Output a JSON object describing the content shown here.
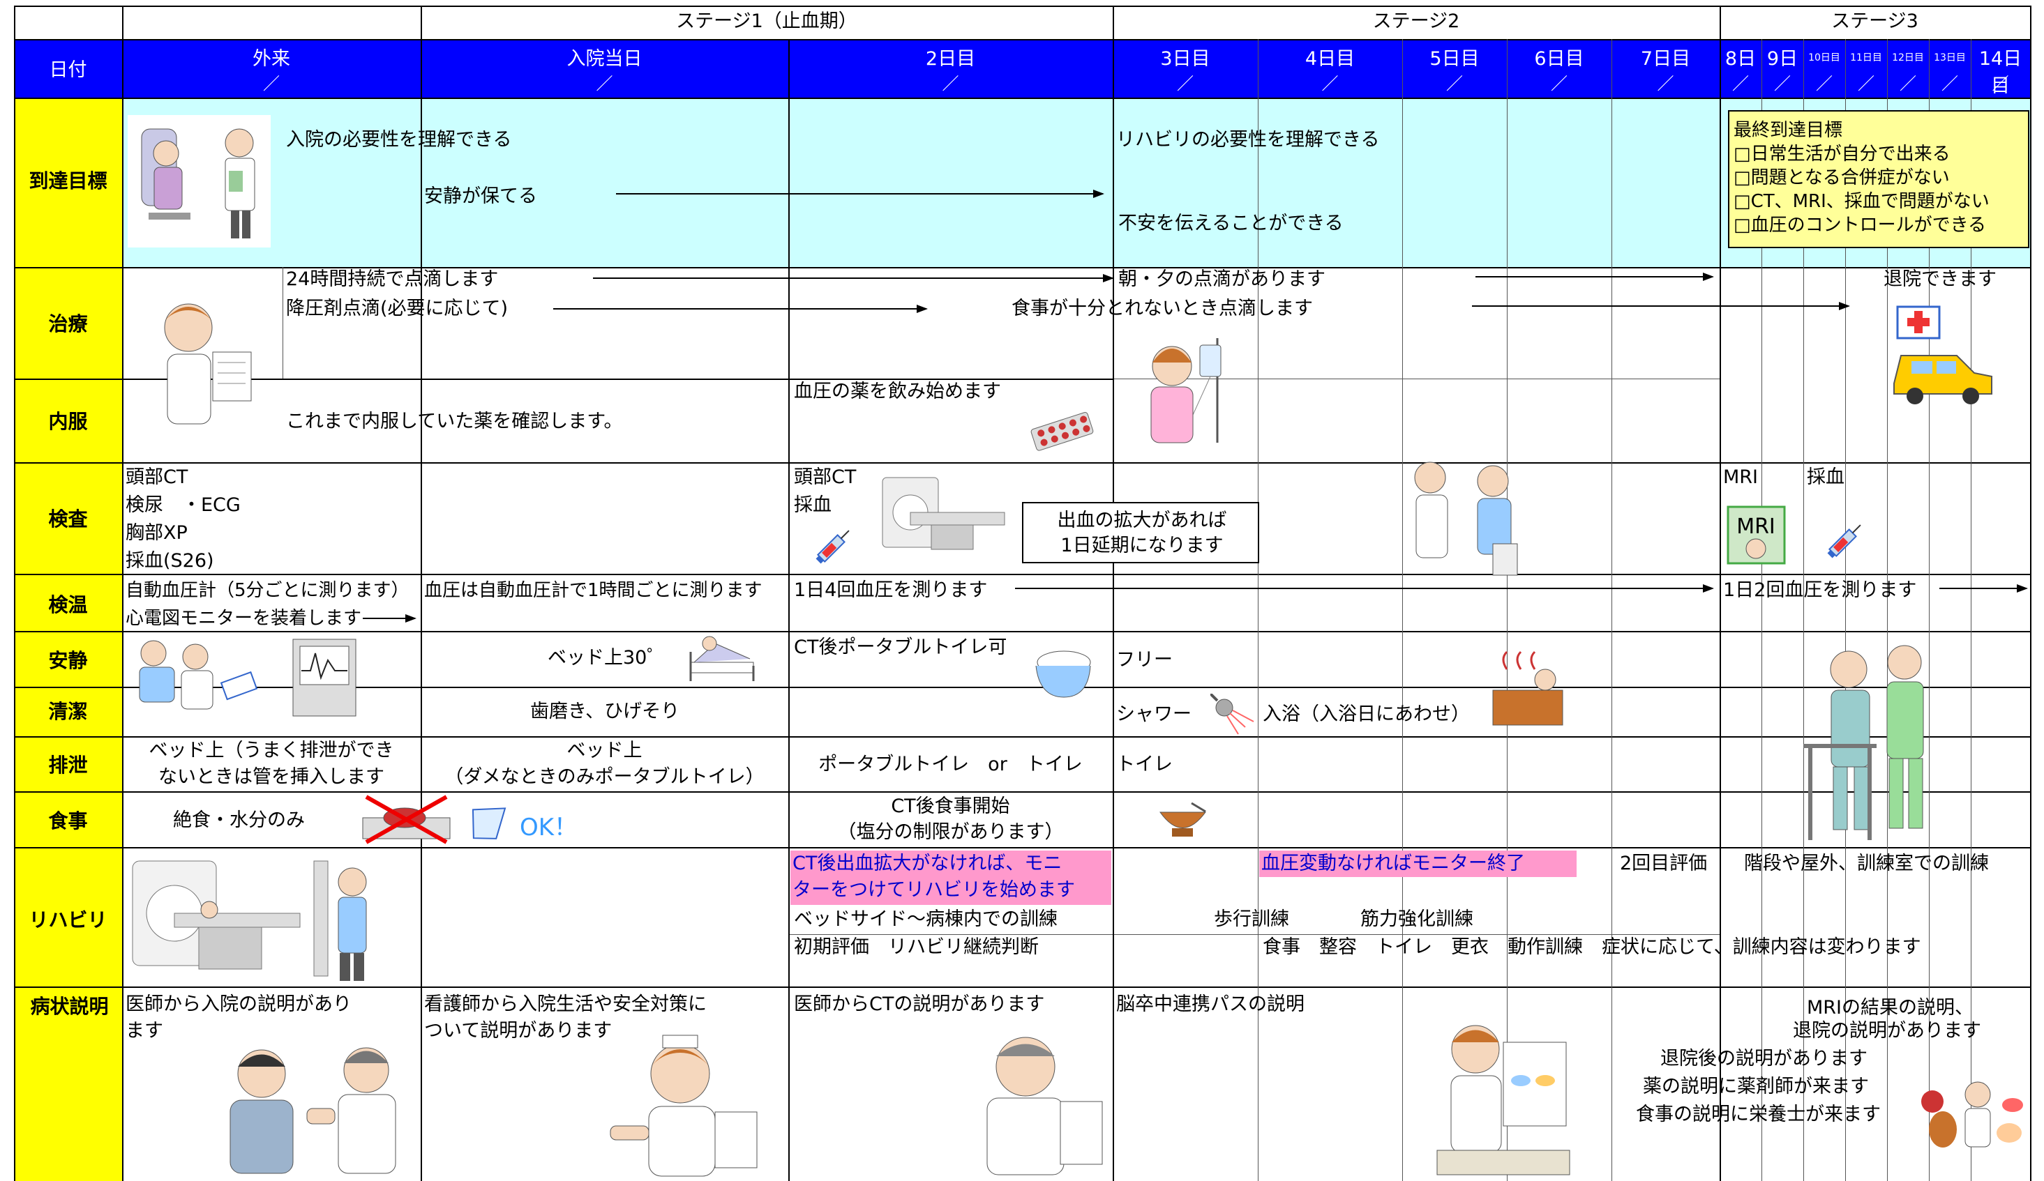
{
  "header": {
    "date_label": "日付",
    "stage1": "ステージ1（止血期）",
    "stage2": "ステージ2",
    "stage3": "ステージ3",
    "days": [
      "外来",
      "入院当日",
      "2日目",
      "3日目",
      "4日目",
      "5日目",
      "6日目",
      "7日目",
      "8日",
      "9日",
      "10日目",
      "11日目",
      "12日目",
      "13日目",
      "14日目"
    ],
    "slash": "／"
  },
  "rows": {
    "goal": "到達目標",
    "treatment": "治療",
    "oral": "内服",
    "exam": "検査",
    "vitals": "検温",
    "rest": "安静",
    "hygiene": "清潔",
    "excretion": "排泄",
    "meal": "食事",
    "rehab": "リハビリ",
    "explain": "病状説明"
  },
  "goal": {
    "understand_admission": "入院の必要性を理解できる",
    "keep_rest": "安静が保てる",
    "understand_rehab": "リハビリの必要性を理解できる",
    "express_anxiety": "不安を伝えることができる",
    "final_title": "最終到達目標",
    "final_items": [
      "□日常生活が自分で出来る",
      "□問題となる合併症がない",
      "□CT、MRI、採血で問題がない",
      "□血圧のコントロールができる"
    ]
  },
  "treatment": {
    "drip24": "24時間持続で点滴します",
    "antihyp": "降圧剤点滴(必要に応じて)",
    "morning_evening": "朝・夕の点滴があります",
    "no_meal_drip": "食事が十分とれないとき点滴します",
    "discharge": "退院できます"
  },
  "oral": {
    "confirm": "これまで内服していた薬を確認します。",
    "start_bp": "血圧の薬を飲み始めます"
  },
  "exam": {
    "outpatient": [
      "頭部CT",
      "検尿　・ECG",
      "胸部XP",
      "採血(S26)"
    ],
    "day2": [
      "頭部CT",
      "採血"
    ],
    "extend_note": [
      "出血の拡大があれば",
      "1日延期になります"
    ],
    "mri": "MRI",
    "blood": "採血",
    "mri_icon_text": "MRI"
  },
  "vitals": {
    "auto_bp": "自動血圧計（5分ごとに測ります）",
    "ecg_monitor": "心電図モニターを装着します",
    "hourly": "血圧は自動血圧計で1時間ごとに測ります",
    "four_times": "1日4回血圧を測ります",
    "two_times": "1日2回血圧を測ります"
  },
  "rest": {
    "bed30": "ベッド上30゜",
    "portable_ok": "CT後ポータブルトイレ可",
    "free": "フリー"
  },
  "hygiene": {
    "brush": "歯磨き、ひげそり",
    "shower": "シャワー",
    "bath": "入浴（入浴日にあわせ）"
  },
  "excretion": {
    "outpatient": [
      "ベッド上（うまく排泄ができ",
      "ないときは管を挿入します"
    ],
    "admission": [
      "ベッド上",
      "（ダメなときのみポータブルトイレ）"
    ],
    "day2": "ポータブルトイレ　or　トイレ",
    "toilet": "トイレ"
  },
  "meal": {
    "fasting": "絶食・水分のみ",
    "ok": "OK！",
    "start": [
      "CT後食事開始",
      "（塩分の制限があります）"
    ]
  },
  "rehab": {
    "start_note": [
      "CT後出血拡大がなければ、モニ",
      "ターをつけてリハビリを始めます"
    ],
    "bedside": "ベッドサイド～病棟内での訓練",
    "initial_eval": "初期評価　リハビリ継続判断",
    "walk": "歩行訓練",
    "strength": "筋力強化訓練",
    "monitor_end": "血圧変動なければモニター終了",
    "second_eval": "2回目評価",
    "stairs": "階段や屋外、訓練室での訓練",
    "adl": "食事　整容　トイレ　更衣　動作訓練　症状に応じて、訓練内容は変わります"
  },
  "explain": {
    "doctor_admission": [
      "医師から入院の説明があり",
      "ます"
    ],
    "nurse": [
      "看護師から入院生活や安全対策に",
      "ついて説明があります"
    ],
    "doctor_ct": "医師からCTの説明があります",
    "path": "脳卒中連携パスの説明",
    "mri_result": [
      "MRIの結果の説明、",
      "退院の説明があります"
    ],
    "after": [
      "退院後の説明があります",
      "薬の説明に薬剤師が来ます",
      "食事の説明に栄養士が来ます"
    ]
  },
  "colors": {
    "header_blue": "#0000ff",
    "label_yellow": "#ffff00",
    "goal_cyan": "#ccffff",
    "final_box": "#ffff99",
    "pink": "#ff99cc"
  }
}
